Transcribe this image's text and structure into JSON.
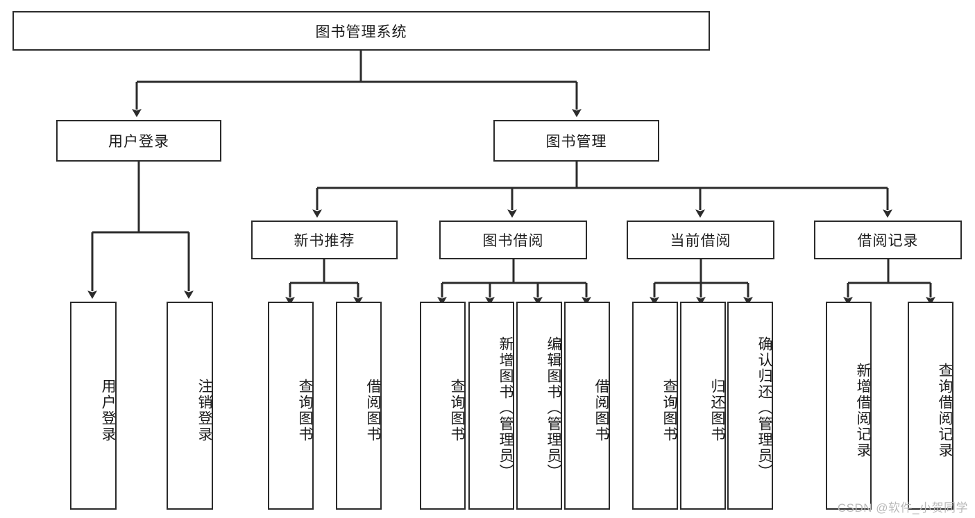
{
  "diagram": {
    "type": "tree",
    "title": "图书管理系统",
    "root": {
      "label": "图书管理系统"
    },
    "level2": [
      {
        "label": "用户登录"
      },
      {
        "label": "图书管理"
      }
    ],
    "level3": [
      {
        "label": "新书推荐",
        "parent": "图书管理"
      },
      {
        "label": "图书借阅",
        "parent": "图书管理"
      },
      {
        "label": "当前借阅",
        "parent": "图书管理"
      },
      {
        "label": "借阅记录",
        "parent": "图书管理"
      }
    ],
    "leaves": [
      {
        "label": "用户登录",
        "parent": "用户登录"
      },
      {
        "label": "注销登录",
        "parent": "用户登录"
      },
      {
        "label": "查询图书",
        "parent": "新书推荐"
      },
      {
        "label": "借阅图书",
        "parent": "新书推荐"
      },
      {
        "label": "查询图书",
        "parent": "图书借阅"
      },
      {
        "label": "新增图书（管理员）",
        "parent": "图书借阅"
      },
      {
        "label": "编辑图书（管理员）",
        "parent": "图书借阅"
      },
      {
        "label": "借阅图书",
        "parent": "图书借阅"
      },
      {
        "label": "查询图书",
        "parent": "当前借阅"
      },
      {
        "label": "归还图书",
        "parent": "当前借阅"
      },
      {
        "label": "确认归还（管理员）",
        "parent": "当前借阅"
      },
      {
        "label": "新增借阅记录",
        "parent": "借阅记录"
      },
      {
        "label": "查询借阅记录",
        "parent": "借阅记录"
      }
    ],
    "watermark": "CSDN @软件_小贺同学",
    "colors": {
      "stroke": "#2b2b2b",
      "fill": "#ffffff",
      "text": "#1b1b1b",
      "watermark": "#b9b9b9"
    }
  }
}
